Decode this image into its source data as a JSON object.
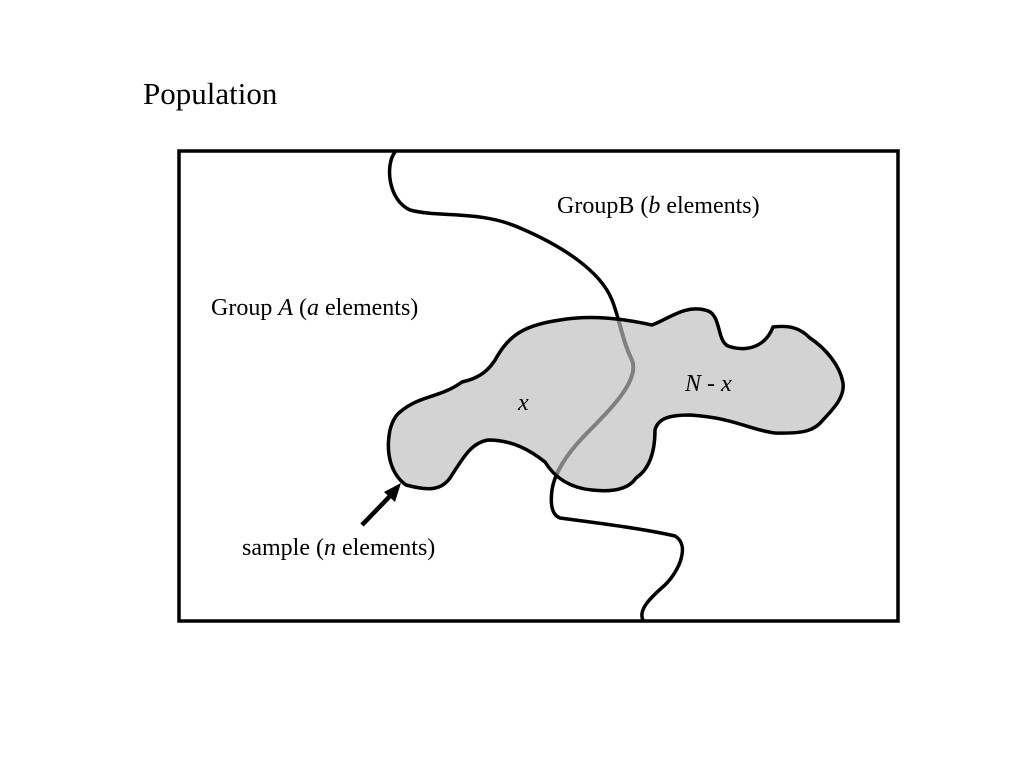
{
  "title": "Population",
  "group_a": {
    "prefix": "Group ",
    "var": "A",
    "open": " (",
    "count_var": "a",
    "suffix": " elements)"
  },
  "group_b": {
    "prefix": "GroupB (",
    "count_var": "b",
    "suffix": " elements)"
  },
  "sample": {
    "prefix": "sample (",
    "count_var": "n",
    "suffix": " elements)"
  },
  "region_x": {
    "var": "x"
  },
  "region_rest": {
    "var_n": "N",
    "minus": " - ",
    "var_x": "x"
  },
  "colors": {
    "sample_fill": "#d3d3d3",
    "boundary_inside_sample": "#808080",
    "outline": "#000000"
  }
}
